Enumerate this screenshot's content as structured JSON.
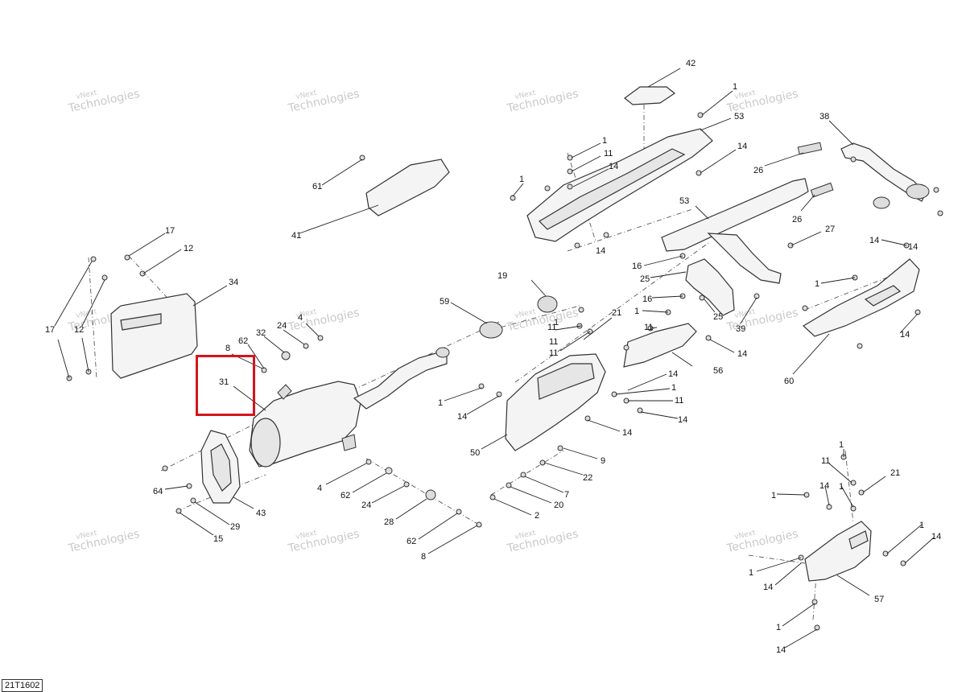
{
  "drawing_code": "21T1602",
  "watermark": {
    "line1": "vNext",
    "line2": "Technologies"
  },
  "watermark_line": "vNext Technologies",
  "highlight": {
    "part": "31",
    "color": "#d6141c"
  },
  "callouts": {
    "c42": "42",
    "c1a": "1",
    "c53a": "53",
    "c38": "38",
    "c14a": "14",
    "c1b": "1",
    "c11a": "11",
    "c14b": "14",
    "c1c": "1",
    "c26a": "26",
    "c26b": "26",
    "c53b": "53",
    "c27": "27",
    "c14c": "14",
    "c16a": "16",
    "c25a": "25",
    "c16b": "16",
    "c25b": "25",
    "c39": "39",
    "c14d": "14",
    "c14e": "14",
    "c60": "60",
    "c1d": "1",
    "c14f": "14",
    "c61": "61",
    "c41": "41",
    "c17a": "17",
    "c12a": "12",
    "c34": "34",
    "c17b": "17",
    "c12b": "12",
    "c62a": "62",
    "c32": "32",
    "c24a": "24",
    "c4a": "4",
    "c8a": "8",
    "c31": "31",
    "c59": "59",
    "c19": "19",
    "c11b": "11",
    "c1e": "1",
    "c11c": "11",
    "c21a": "21",
    "c11d": "11",
    "c1f": "1",
    "c14g": "14",
    "c56": "56",
    "c14h": "14",
    "c1g": "1",
    "c11e": "11",
    "c14i": "14",
    "c14j": "14",
    "c1h": "1",
    "c11f": "11",
    "c50": "50",
    "c9": "9",
    "c22": "22",
    "c7": "7",
    "c20": "20",
    "c2": "2",
    "c4b": "4",
    "c62b": "62",
    "c24b": "24",
    "c28": "28",
    "c62c": "62",
    "c8b": "8",
    "c64": "64",
    "c43": "43",
    "c29": "29",
    "c15": "15",
    "c1i": "1",
    "c11g": "11",
    "c14k": "14",
    "c21b": "21",
    "c1j": "1",
    "c1k": "1",
    "c14l": "14",
    "c14m": "14",
    "c1l": "1",
    "c14n": "14",
    "c57": "57",
    "c1m": "1",
    "c14o": "14"
  }
}
